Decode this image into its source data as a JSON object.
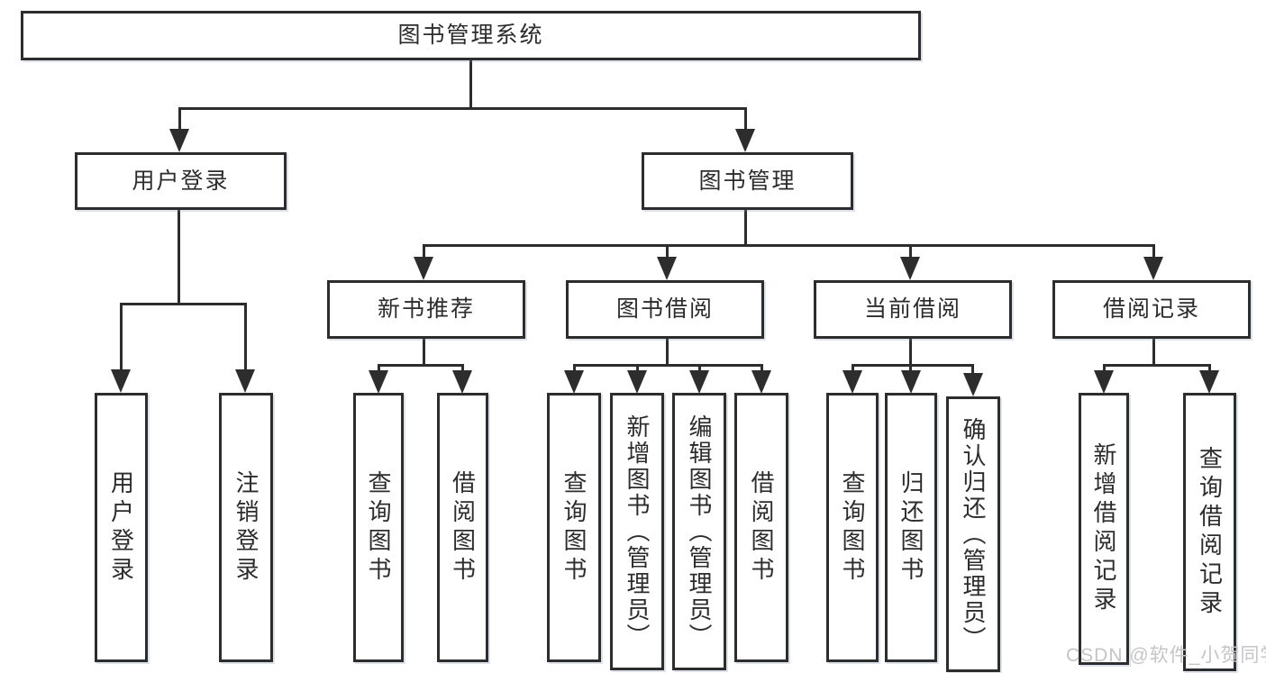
{
  "diagram": {
    "title": "图书管理系统",
    "level2": [
      {
        "label": "用户登录"
      },
      {
        "label": "图书管理"
      }
    ],
    "level3": [
      {
        "label": "新书推荐",
        "parent": "图书管理"
      },
      {
        "label": "图书借阅",
        "parent": "图书管理"
      },
      {
        "label": "当前借阅",
        "parent": "图书管理"
      },
      {
        "label": "借阅记录",
        "parent": "图书管理"
      }
    ],
    "leaves": [
      {
        "label": "用户登录",
        "parent": "用户登录"
      },
      {
        "label": "注销登录",
        "parent": "用户登录"
      },
      {
        "label": "查询图书",
        "parent": "新书推荐"
      },
      {
        "label": "借阅图书",
        "parent": "新书推荐"
      },
      {
        "label": "查询图书",
        "parent": "图书借阅"
      },
      {
        "label": "新增图书（管理员）",
        "parent": "图书借阅"
      },
      {
        "label": "编辑图书（管理员）",
        "parent": "图书借阅"
      },
      {
        "label": "借阅图书",
        "parent": "图书借阅"
      },
      {
        "label": "查询图书",
        "parent": "当前借阅"
      },
      {
        "label": "归还图书",
        "parent": "当前借阅"
      },
      {
        "label": "确认归还（管理员）",
        "parent": "当前借阅"
      },
      {
        "label": "新增借阅记录",
        "parent": "借阅记录"
      },
      {
        "label": "查询借阅记录",
        "parent": "借阅记录"
      }
    ]
  },
  "watermark": {
    "text": "CSDN @软件_小贺同学"
  },
  "colors": {
    "line": "#2d2d2d",
    "text": "#2c2c2c",
    "box_background": "#ffffff",
    "watermark": "#c5c5c5",
    "page_background": "#ffffff"
  }
}
